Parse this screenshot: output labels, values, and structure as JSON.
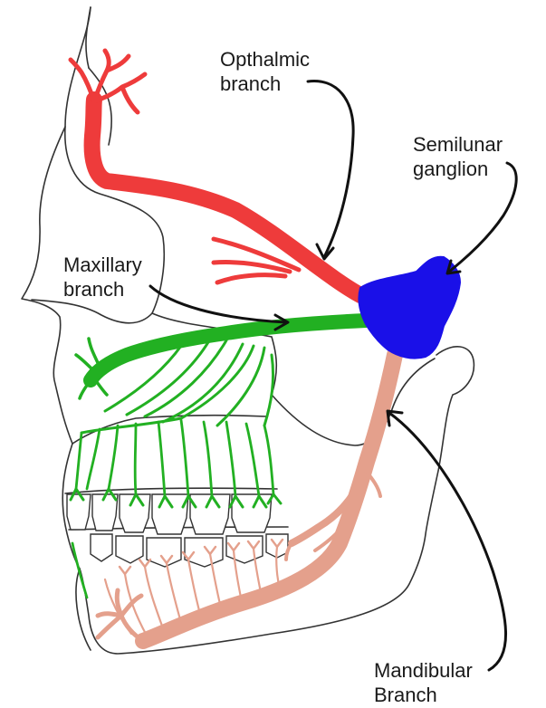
{
  "labels": {
    "ophthalmic": {
      "line1": "Opthalmic",
      "line2": "branch"
    },
    "semilunar": {
      "line1": "Semilunar",
      "line2": "ganglion"
    },
    "maxillary": {
      "line1": "Maxillary",
      "line2": "branch"
    },
    "mandibular": {
      "line1": "Mandibular",
      "line2": "Branch"
    }
  },
  "colors": {
    "ophthalmic": "#ee3b3b",
    "maxillary": "#22b022",
    "mandibular": "#e4a08c",
    "ganglion": "#1a10e8",
    "outline": "#333333",
    "arrow": "#111111"
  }
}
